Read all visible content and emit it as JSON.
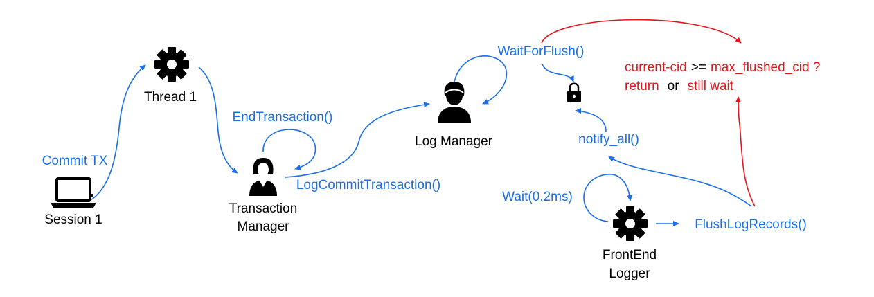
{
  "nodes": {
    "session": "Session 1",
    "thread": "Thread 1",
    "transaction_manager_line1": "Transaction",
    "transaction_manager_line2": "Manager",
    "log_manager": "Log Manager",
    "frontend_logger_line1": "FrontEnd",
    "frontend_logger_line2": "Logger"
  },
  "edges": {
    "commit_tx": "Commit TX",
    "end_transaction": "EndTransaction()",
    "log_commit_transaction": "LogCommitTransaction()",
    "wait_for_flush": "WaitForFlush()",
    "notify_all": "notify_all()",
    "wait": "Wait(0.2ms)",
    "flush_log_records": "FlushLogRecords()"
  },
  "condition": {
    "current_cid": "current-cid",
    "operator": ">=",
    "max_flushed_cid": "max_flushed_cid ?",
    "return": "return",
    "or": "or",
    "still_wait": "still wait"
  },
  "icons": {
    "session": "laptop-icon",
    "thread": "gear-icon",
    "transaction_manager": "person-female-icon",
    "log_manager": "person-male-icon",
    "lock": "lock-icon",
    "frontend_logger": "gear-icon"
  },
  "colors": {
    "edge": "#1a6ee6",
    "condition": "#e8141c",
    "node_text": "#000000"
  }
}
